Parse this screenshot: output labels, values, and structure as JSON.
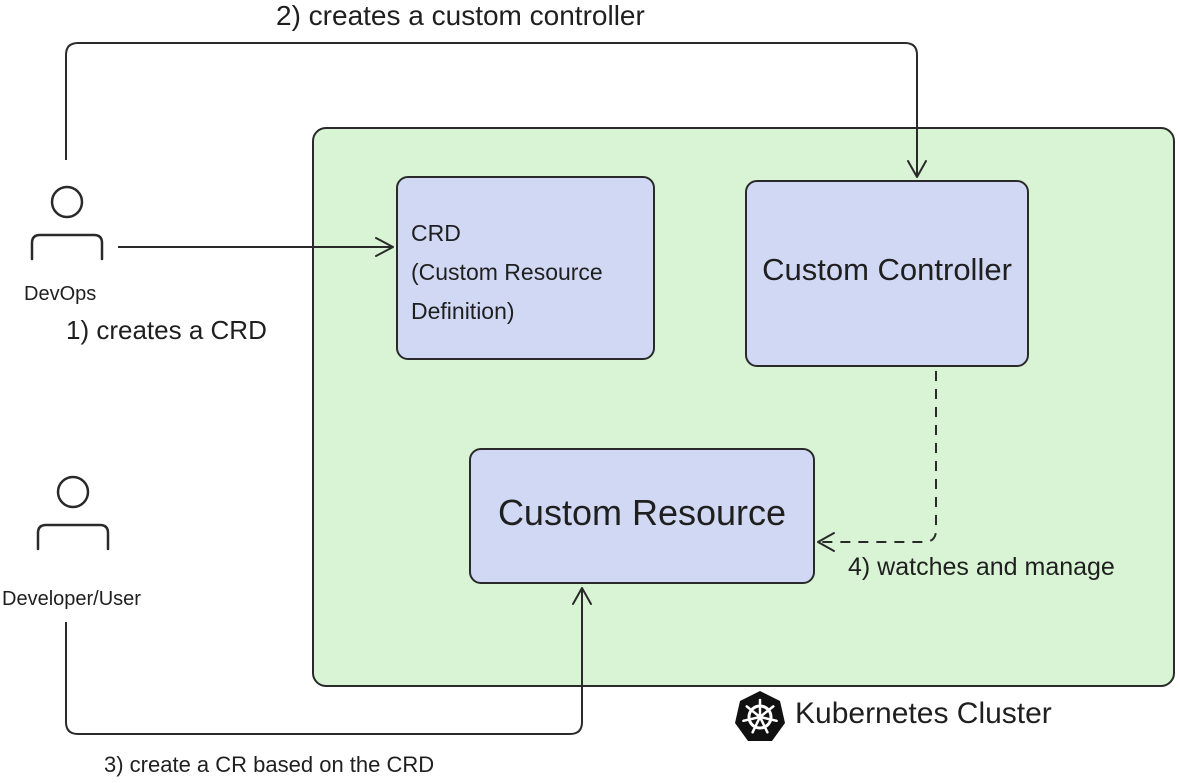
{
  "diagram": {
    "cluster_label": "Kubernetes Cluster",
    "crd_box": {
      "lines": [
        "CRD",
        "(Custom Resource",
        "Definition)"
      ]
    },
    "controller_box": {
      "label": "Custom Controller"
    },
    "resource_box": {
      "label": "Custom Resource"
    },
    "actors": {
      "devops": {
        "label": "DevOps",
        "icon": "person-icon"
      },
      "developer": {
        "label": "Developer/User",
        "icon": "person-icon"
      }
    },
    "steps": {
      "step1": "1) creates a CRD",
      "step2": "2) creates a custom controller",
      "step3": "3) create a CR based on the CRD",
      "step4": "4) watches and manage"
    },
    "colors": {
      "cluster_fill": "#d9f4d5",
      "box_fill": "#d1d8f3",
      "stroke": "#2a2a2a"
    }
  }
}
